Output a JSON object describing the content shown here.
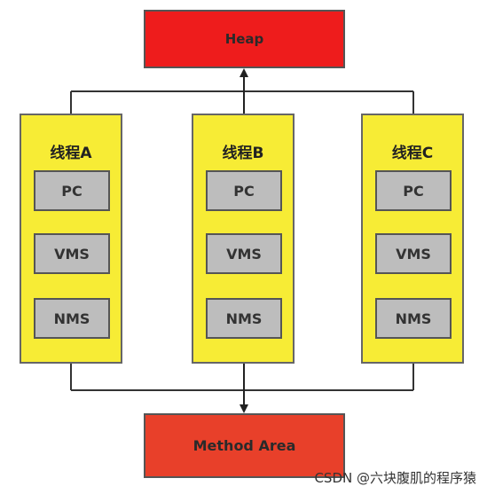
{
  "heap_label": "Heap",
  "method_area_label": "Method Area",
  "threads": [
    {
      "title": "线程A",
      "registers": [
        "PC",
        "VMS",
        "NMS"
      ]
    },
    {
      "title": "线程B",
      "registers": [
        "PC",
        "VMS",
        "NMS"
      ]
    },
    {
      "title": "线程C",
      "registers": [
        "PC",
        "VMS",
        "NMS"
      ]
    }
  ],
  "watermark": "CSDN @六块腹肌的程序猿",
  "colors": {
    "heap": "#ee1c1c",
    "method_area": "#e8402a",
    "thread": "#f7ec35",
    "register": "#bdbdbd"
  }
}
